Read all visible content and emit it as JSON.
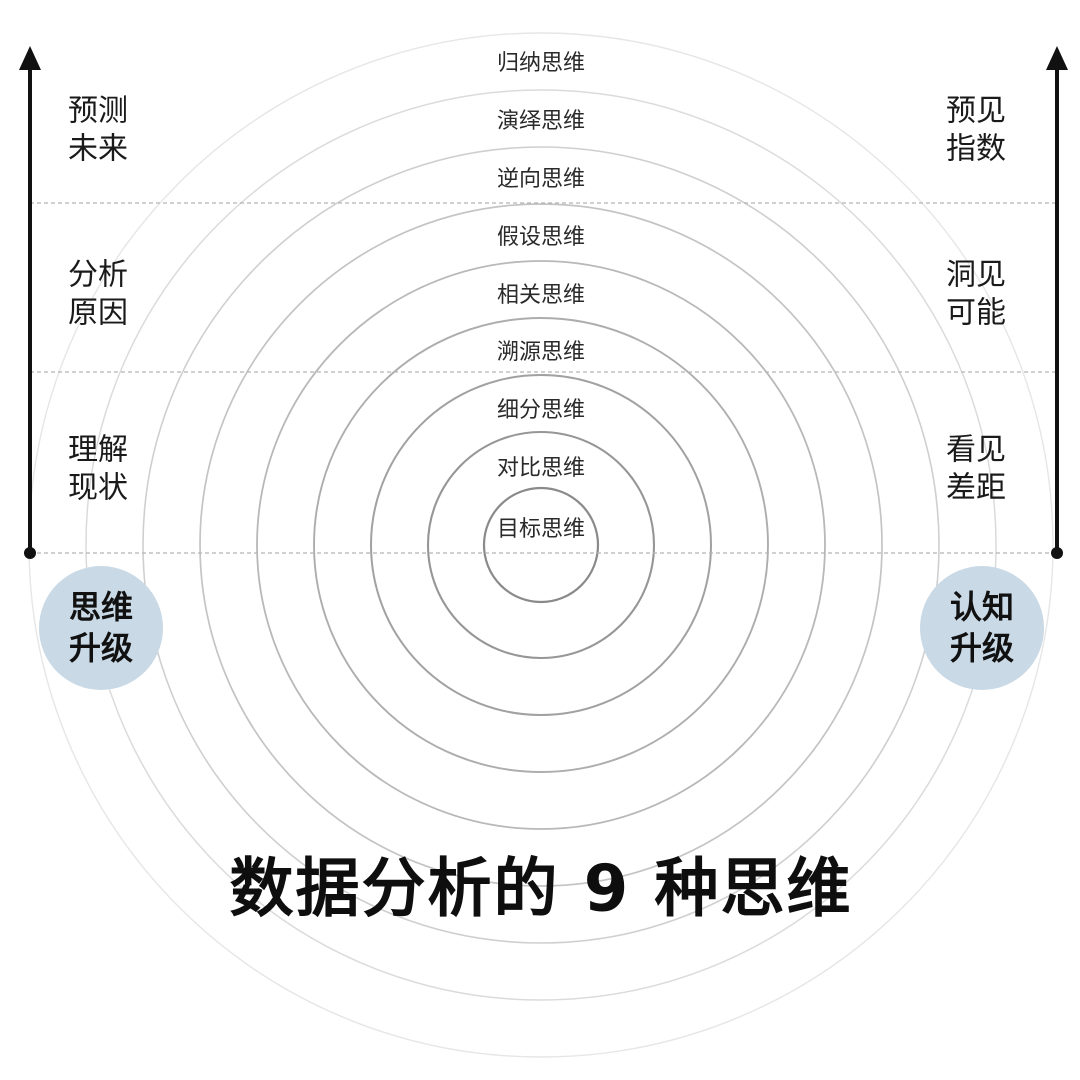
{
  "title": "数据分析的 9 种思维",
  "colors": {
    "ring_dark": "#8a8a8a",
    "ring_light": "#e6e6e6",
    "divider": "#b5b5b5",
    "axis": "#111111",
    "badge_fill": "#c9d9e6"
  },
  "rings": [
    {
      "label": "目标思维"
    },
    {
      "label": "对比思维"
    },
    {
      "label": "细分思维"
    },
    {
      "label": "溯源思维"
    },
    {
      "label": "相关思维"
    },
    {
      "label": "假设思维"
    },
    {
      "label": "逆向思维"
    },
    {
      "label": "演绎思维"
    },
    {
      "label": "归纳思维"
    }
  ],
  "left_axis": {
    "badge": {
      "line1": "思维",
      "line2": "升级"
    },
    "stages": [
      {
        "line1": "预测",
        "line2": "未来"
      },
      {
        "line1": "分析",
        "line2": "原因"
      },
      {
        "line1": "理解",
        "line2": "现状"
      }
    ]
  },
  "right_axis": {
    "badge": {
      "line1": "认知",
      "line2": "升级"
    },
    "stages": [
      {
        "line1": "预见",
        "line2": "指数"
      },
      {
        "line1": "洞见",
        "line2": "可能"
      },
      {
        "line1": "看见",
        "line2": "差距"
      }
    ]
  }
}
